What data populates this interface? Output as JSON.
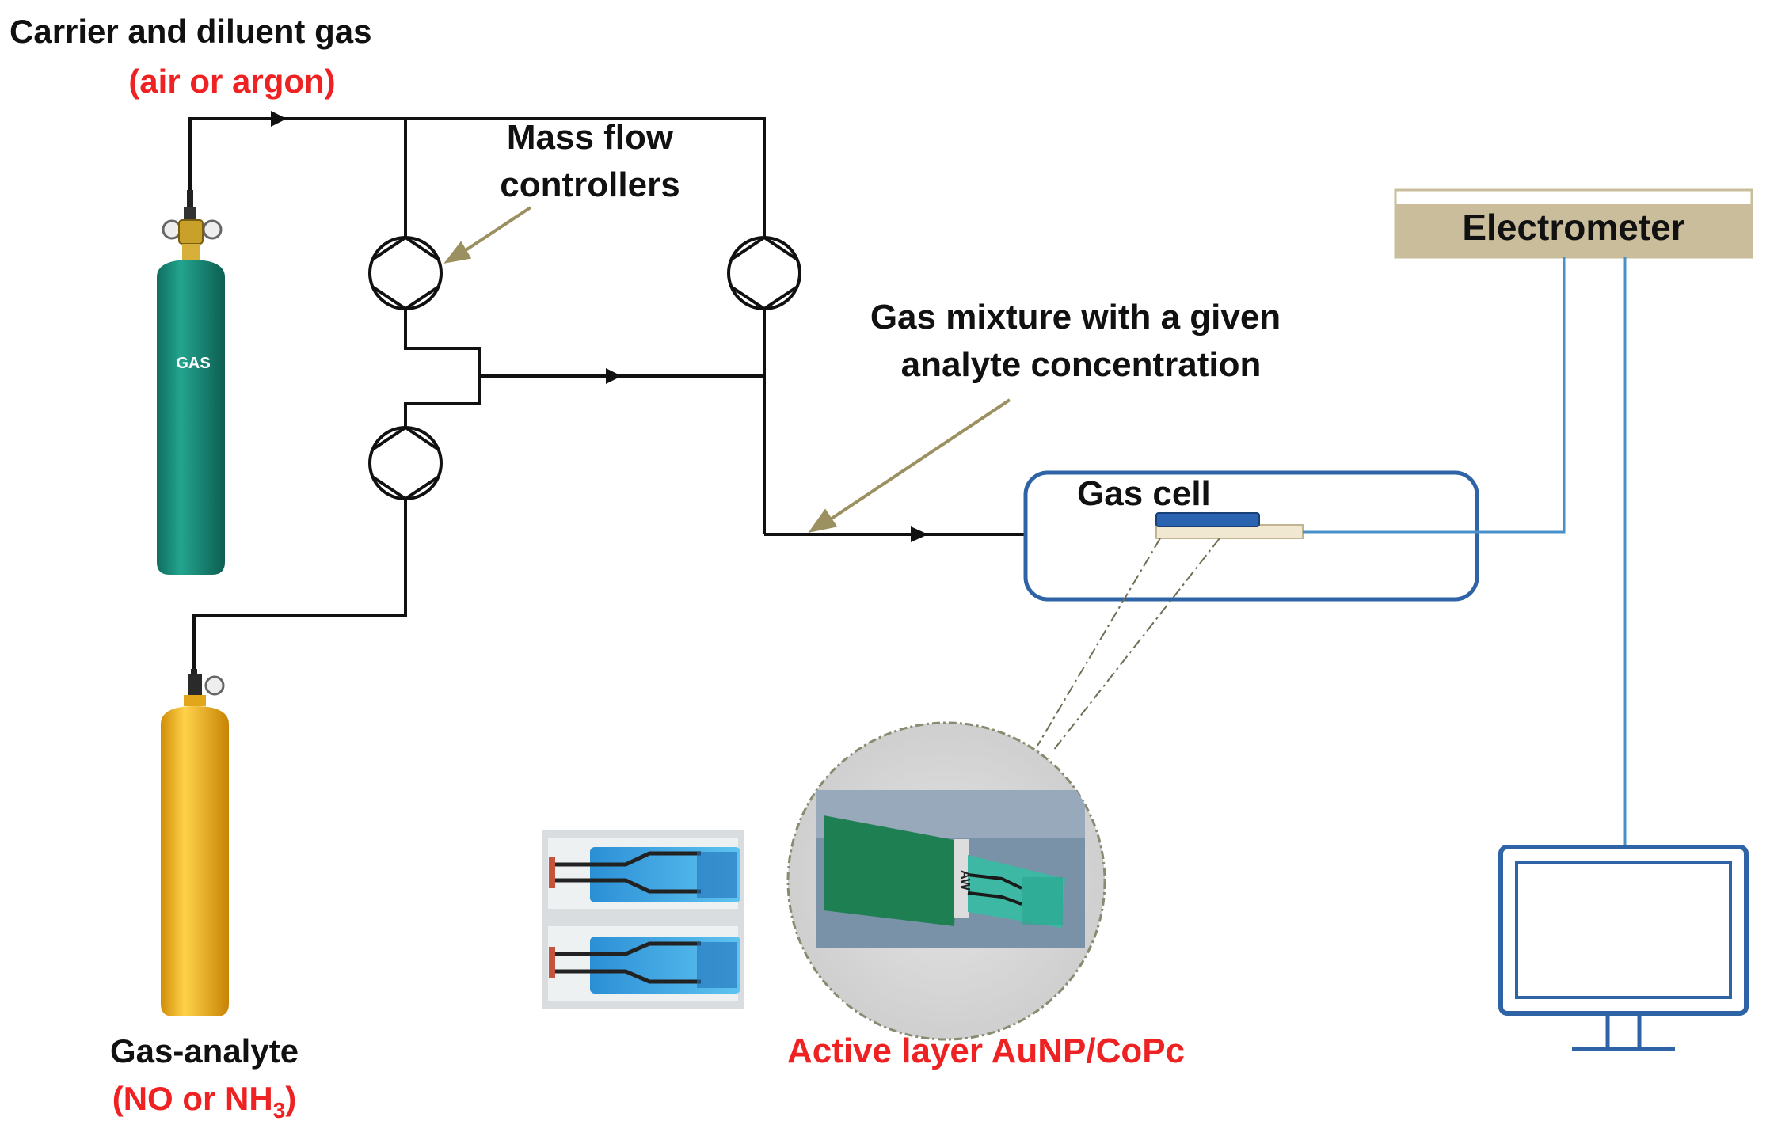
{
  "carrier": {
    "title": "Carrier and diluent gas",
    "subtitle": "(air or argon)",
    "cylinder_label": "GAS"
  },
  "analyte": {
    "title": "Gas-analyte",
    "subtitle_prefix": "(NO or NH",
    "subtitle_sub": "3",
    "subtitle_suffix": ")"
  },
  "mass_flow": {
    "line1": "Mass flow",
    "line2": "controllers"
  },
  "mixture": {
    "line1": "Gas mixture with a given",
    "line2": "analyte concentration"
  },
  "gas_cell": {
    "label": "Gas cell"
  },
  "electrometer": {
    "label": "Electrometer"
  },
  "active_layer": {
    "label": "Active layer AuNP/CoPc"
  },
  "sensor_chip": {
    "text": "AW"
  },
  "colors": {
    "pipe": "#111111",
    "accent_red": "#ee2222",
    "cell_border": "#2e64a6",
    "wire": "#4a90c8",
    "electrometer_fill": "#c9bd9b",
    "carrier_cylinder": "#1a8a78",
    "analyte_cylinder": "#f2b41c",
    "monitor": "#2e64a6"
  }
}
